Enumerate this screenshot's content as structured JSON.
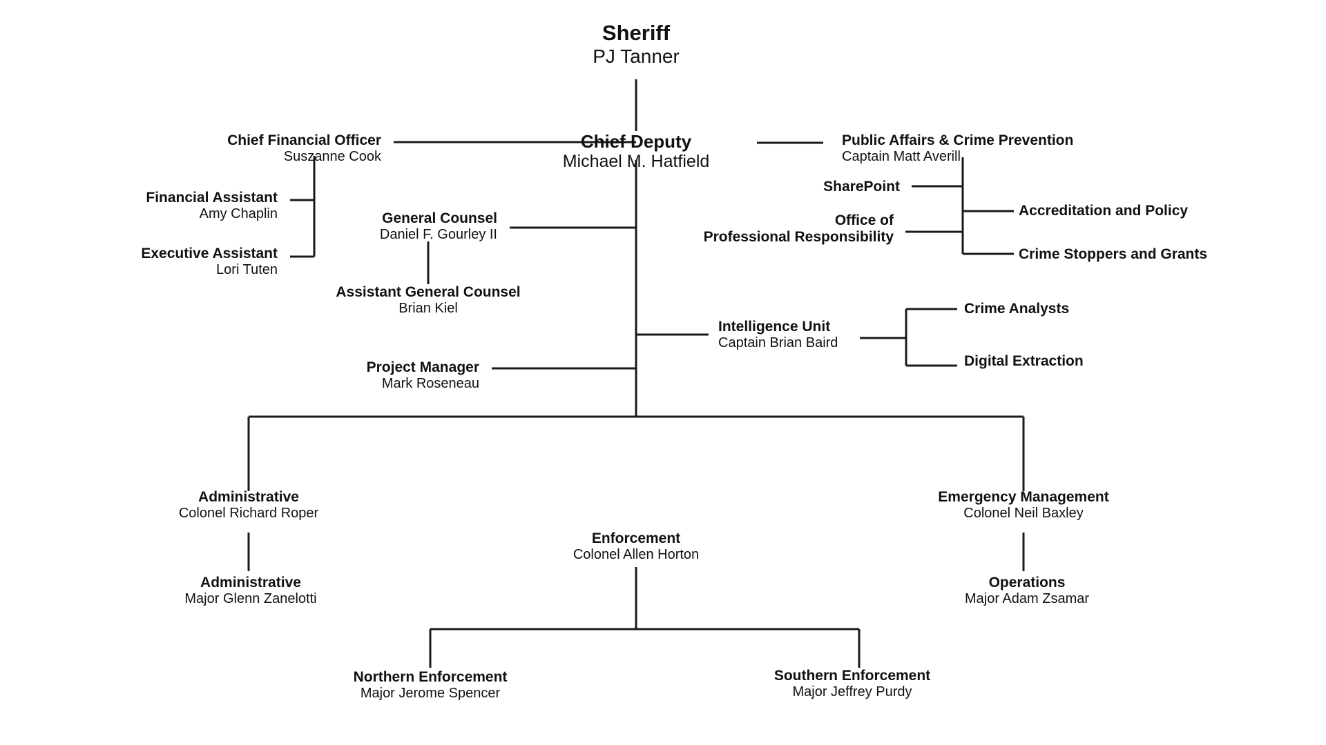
{
  "chart_meta": {
    "type": "org-chart",
    "background_color": "#ffffff",
    "line_color": "#1a1a1a",
    "text_color": "#111111"
  },
  "nodes": {
    "sheriff": {
      "title": "Sheriff",
      "person": "PJ Tanner"
    },
    "chief_deputy": {
      "title": "Chief Deputy",
      "person": "Michael M. Hatfield"
    },
    "cfo": {
      "title": "Chief Financial Officer",
      "person": "Suszanne Cook"
    },
    "financial_asst": {
      "title": "Financial Assistant",
      "person": "Amy Chaplin"
    },
    "exec_asst": {
      "title": "Executive Assistant",
      "person": "Lori Tuten"
    },
    "general_counsel": {
      "title": "General Counsel",
      "person": "Daniel F. Gourley II"
    },
    "asst_counsel": {
      "title": "Assistant General Counsel",
      "person": "Brian Kiel"
    },
    "project_manager": {
      "title": "Project Manager",
      "person": "Mark Roseneau"
    },
    "public_affairs": {
      "title": "Public Affairs & Crime Prevention",
      "person": "Captain Matt Averill"
    },
    "sharepoint": {
      "title": "SharePoint",
      "person": ""
    },
    "opr_line1": {
      "title": "Office of",
      "person": ""
    },
    "opr_line2": {
      "title": "Professional Responsibility",
      "person": ""
    },
    "accreditation": {
      "title": "Accreditation and Policy",
      "person": ""
    },
    "crime_stoppers": {
      "title": "Crime Stoppers and Grants",
      "person": ""
    },
    "intel_unit": {
      "title": "Intelligence Unit",
      "person": "Captain Brian Baird"
    },
    "crime_analysts": {
      "title": "Crime Analysts",
      "person": ""
    },
    "digital_extract": {
      "title": "Digital Extraction",
      "person": ""
    },
    "administrative": {
      "title": "Administrative",
      "person": "Colonel Richard Roper"
    },
    "admin_major": {
      "title": "Administrative",
      "person": "Major Glenn Zanelotti"
    },
    "enforcement": {
      "title": "Enforcement",
      "person": "Colonel Allen Horton"
    },
    "northern": {
      "title": "Northern Enforcement",
      "person": "Major Jerome Spencer"
    },
    "southern": {
      "title": "Southern Enforcement",
      "person": "Major Jeffrey Purdy"
    },
    "emergency_mgmt": {
      "title": "Emergency Management",
      "person": "Colonel Neil Baxley"
    },
    "operations": {
      "title": "Operations",
      "person": "Major Adam Zsamar"
    }
  }
}
